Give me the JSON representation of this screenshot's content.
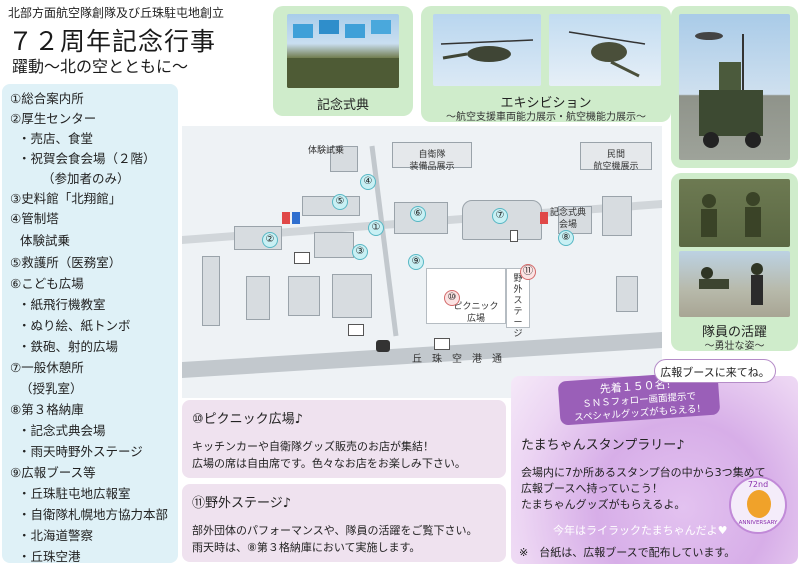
{
  "header": {
    "org": "北部方面航空隊創隊及び丘珠駐屯地創立",
    "title": "７２周年記念行事",
    "subtitle": "躍動～北の空とともに～"
  },
  "list": [
    "①総合案内所",
    "②厚生センター",
    "・売店、食堂",
    "・祝賀会食会場（２階）",
    "（参加者のみ）",
    "③史料館「北翔館」",
    "④管制塔",
    "体験試乗",
    "⑤救護所（医務室）",
    "⑥こども広場",
    "・紙飛行機教室",
    "・ぬり絵、紙トンボ",
    "・鉄砲、射的広場",
    "⑦一般休憩所",
    "（授乳室）",
    "⑧第３格納庫",
    "・記念式典会場",
    "・雨天時野外ステージ",
    "⑨広報ブース等",
    "・丘珠駐屯地広報室",
    "・自衛隊札幌地方協力本部",
    "・北海道警察",
    "・丘珠空港"
  ],
  "panels": {
    "ceremony": "記念式典",
    "exhibition": "エキシビション",
    "exhibition_sub": "～航空支援車両能力展示・航空機能力展示～",
    "members": "隊員の活躍",
    "members_sub": "～勇壮な姿～"
  },
  "map": {
    "taiken": "体験試乗",
    "jieitai_1": "自衛隊",
    "jieitai_2": "装備品展示",
    "minkan_1": "民間",
    "minkan_2": "航空機展示",
    "shikiten_1": "記念式典",
    "shikiten_2": "会場",
    "yagai_stage": "野外ステージ",
    "picnic_1": "ピクニック",
    "picnic_2": "広場",
    "road": "丘　珠　空　港　通",
    "numbers": [
      "①",
      "②",
      "③",
      "④",
      "⑤",
      "⑥",
      "⑦",
      "⑧",
      "⑨",
      "⑩",
      "⑪"
    ]
  },
  "picnic_box": {
    "title": "⑩ピクニック広場♪",
    "line1": "キッチンカーや自衛隊グッズ販売のお店が集結！",
    "line2": "広場の席は自由席です。色々なお店をお楽しみ下さい。"
  },
  "stage_box": {
    "title": "⑪野外ステージ♪",
    "line1": "部外団体のパフォーマンスや、隊員の活躍をご覧下さい。",
    "line2": "雨天時は、⑧第３格納庫において実施します。"
  },
  "stamp": {
    "bubble": "広報ブースに来てね。",
    "banner1": "先着１５０名！",
    "banner2": "ＳＮＳフォロー画面提示で",
    "banner3": "スペシャルグッズがもらえる！",
    "title": "たまちゃんスタンプラリー♪",
    "line1": "会場内に7か所あるスタンプ台の中から3つ集めて",
    "line2": "広報ブースへ持っていこう！",
    "line3": "たまちゃんグッズがもらえるよ。",
    "highlight": "今年はライラックたまちゃんだよ♥",
    "note": "※　台紙は、広報ブースで配布しています。",
    "badge_num": "72nd",
    "badge_txt": "ANNIVERSARY"
  },
  "colors": {
    "left_panel": "#dff1f7",
    "green_panel": "#cfeccb",
    "pink_panel": "#efe2ef",
    "marker_fill": "#c8f0f4",
    "marker_red": "#fbe3e3"
  }
}
